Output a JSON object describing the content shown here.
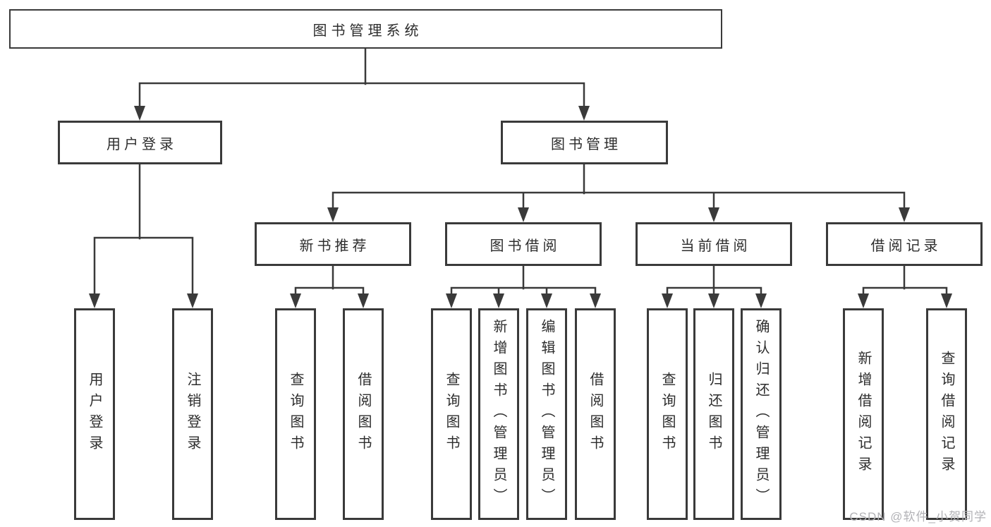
{
  "diagram": {
    "root": "图书管理系统",
    "branches": {
      "user_login": "用户登录",
      "book_management": "图书管理"
    },
    "modules": {
      "new_book_recommend": "新书推荐",
      "book_borrow": "图书借阅",
      "current_borrow": "当前借阅",
      "borrow_records": "借阅记录"
    },
    "features": {
      "user_login": "用户登录",
      "logout": "注销登录",
      "recommend_query": "查询图书",
      "recommend_borrow": "借阅图书",
      "borrow_query": "查询图书",
      "borrow_add_admin": "新增图书（管理员）",
      "borrow_edit_admin": "编辑图书（管理员）",
      "borrow_borrow": "借阅图书",
      "current_query": "查询图书",
      "current_return": "归还图书",
      "current_confirm_admin": "确认归还（管理员）",
      "records_add": "新增借阅记录",
      "records_query": "查询借阅记录"
    }
  },
  "watermark": {
    "text": "CSDN @软件_小贺同学"
  },
  "colors": {
    "line": "#3a3a3a",
    "text": "#2d2d2d",
    "watermark": "#b2b2b6",
    "background": "#ffffff"
  }
}
